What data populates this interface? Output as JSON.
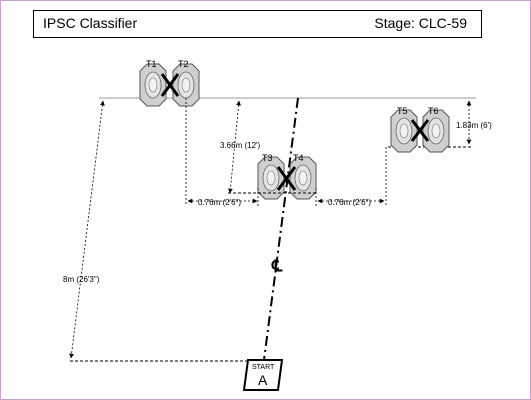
{
  "header": {
    "title": "IPSC Classifier",
    "stage": "Stage: CLC-59"
  },
  "targets": {
    "t1": "T1",
    "t2": "T2",
    "t3": "T3",
    "t4": "T4",
    "t5": "T5",
    "t6": "T6"
  },
  "dimensions": {
    "depth": "8m (26'3\")",
    "t3_depth": "3.66m (12')",
    "t5_height": "1.83m (6')",
    "left_offset": "0.76m (2'6\")",
    "right_offset": "0.76m (2'6\")"
  },
  "centerline": "℄",
  "start_box": {
    "caption": "START",
    "letter": "A"
  },
  "colors": {
    "target_fill": "#cfcfcf",
    "target_stroke": "#555555",
    "line": "#000000",
    "frame": "#c8a0cc"
  }
}
